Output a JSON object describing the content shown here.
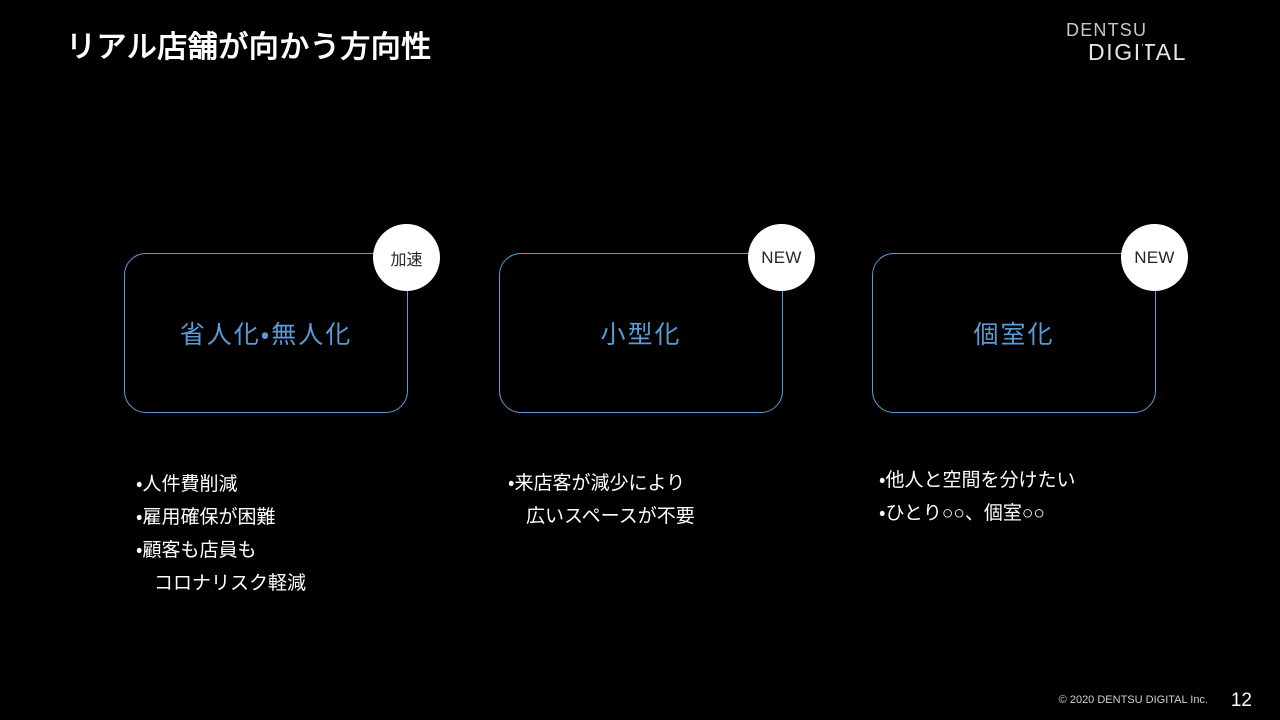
{
  "slide": {
    "title": "リアル店舗が向かう方向性",
    "background_color": "#000000",
    "accent_color": "#5b9bd5",
    "text_color": "#ffffff"
  },
  "logo": {
    "line1": "DENTSU",
    "line2": "DIGITAL",
    "name": "dentsu-digital-logo"
  },
  "cards": [
    {
      "label": "省人化・無人化",
      "badge": "加速",
      "bullets": [
        {
          "text": "・人件費削減",
          "continuation": false
        },
        {
          "text": "・雇用確保が困難",
          "continuation": false
        },
        {
          "text": "・顧客も店員も",
          "continuation": false
        },
        {
          "text": "コロナリスク軽減",
          "continuation": true
        }
      ]
    },
    {
      "label": "小型化",
      "badge": "NEW",
      "bullets": [
        {
          "text": "・来店客が減少により",
          "continuation": false
        },
        {
          "text": "広いスペースが不要",
          "continuation": true
        }
      ]
    },
    {
      "label": "個室化",
      "badge": "NEW",
      "bullets": [
        {
          "text": "・他人と空間を分けたい",
          "continuation": false
        },
        {
          "text": "・ひとり○○、個室○○",
          "continuation": false
        }
      ]
    }
  ],
  "footer": {
    "copyright": "© 2020 DENTSU DIGITAL Inc.",
    "page_number": "12"
  }
}
